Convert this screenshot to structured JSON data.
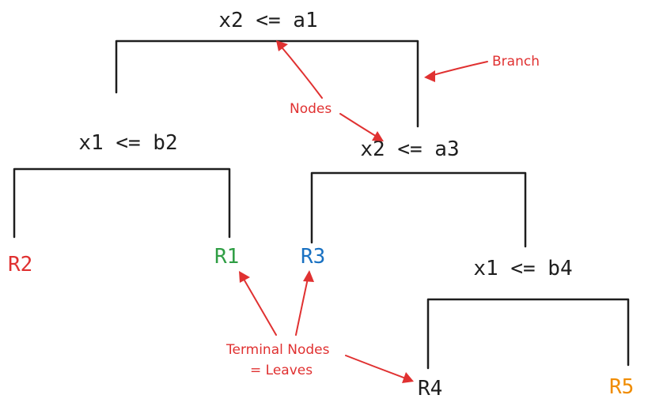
{
  "nodes": {
    "root": "x2 <= a1",
    "left": "x1 <= b2",
    "right": "x2 <= a3",
    "right_right": "x1 <= b4"
  },
  "leaves": {
    "r2": "R2",
    "r1": "R1",
    "r3": "R3",
    "r4": "R4",
    "r5": "R5"
  },
  "annotations": {
    "branch": "Branch",
    "nodes": "Nodes",
    "terminal_line1": "Terminal Nodes",
    "terminal_line2": "= Leaves"
  },
  "colors": {
    "node": "#1e1e1e",
    "annotation": "#e03131",
    "r2": "#e03131",
    "r1": "#2f9e44",
    "r3": "#1971c2",
    "r4": "#1e1e1e",
    "r5": "#f08c00"
  }
}
